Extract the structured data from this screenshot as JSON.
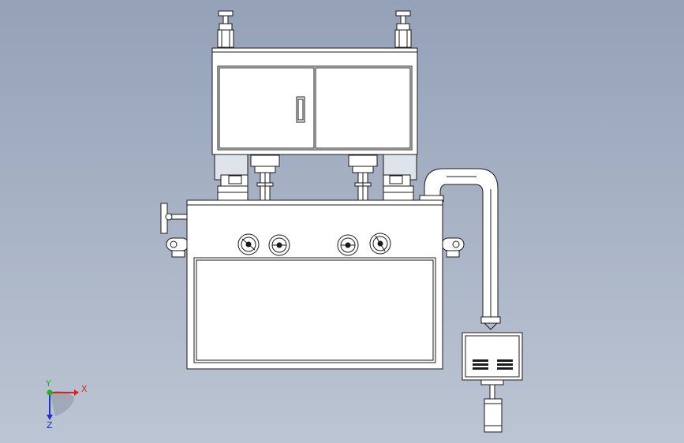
{
  "viewport": {
    "background_top": "#94a1b7",
    "background_bottom": "#bcc5d3"
  },
  "model": {
    "line_color": "#1a1a1a",
    "fill_color": "#ffffff",
    "shade_color": "#dfe3ea",
    "components": [
      "top-cabinet",
      "cabinet-door-left",
      "cabinet-door-right",
      "door-handle",
      "lifting-eye-left",
      "lifting-eye-right",
      "insulator-left-outer",
      "insulator-left-inner",
      "insulator-right-inner",
      "insulator-right-outer",
      "main-tank",
      "front-access-panel",
      "side-handwheel",
      "valve-handwheel-1",
      "valve-handwheel-2",
      "valve-handwheel-3",
      "valve-handwheel-4",
      "mounting-bracket-left",
      "mounting-bracket-right",
      "bent-pipe",
      "pipe-clamp",
      "terminal-box",
      "vent-grille-left",
      "vent-grille-right",
      "cylinder-weight"
    ]
  },
  "triad": {
    "x_label": "X",
    "y_label": "Y",
    "z_label": "Z",
    "x_color": "#e02020",
    "y_color": "#20b020",
    "z_color": "#2030d0"
  }
}
